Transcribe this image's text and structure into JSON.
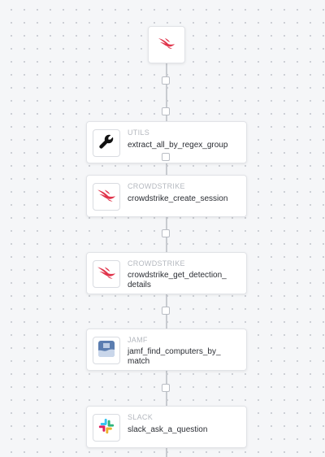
{
  "workflow": {
    "trigger": {
      "icon": "crowdstrike-falcon-icon",
      "icon_color": "#e0344b"
    },
    "steps": [
      {
        "category": "UTILS",
        "action": "extract_all_by_regex_group",
        "icon": "wrench-icon"
      },
      {
        "category": "CROWDSTRIKE",
        "action": "crowdstrike_create_session",
        "icon": "crowdstrike-falcon-icon"
      },
      {
        "category": "CROWDSTRIKE",
        "action": "crowdstrike_get_detection_\ndetails",
        "icon": "crowdstrike-falcon-icon"
      },
      {
        "category": "JAMF",
        "action": "jamf_find_computers_by_\nmatch",
        "icon": "jamf-icon",
        "icon_color": "#5b7db0"
      },
      {
        "category": "SLACK",
        "action": "slack_ask_a_question",
        "icon": "slack-icon"
      }
    ]
  },
  "colors": {
    "canvas_background": "#f5f6f8",
    "connector": "#c8cbd0",
    "crowdstrike_red": "#e0344b",
    "category_text": "#b4b8bf",
    "action_text": "#2a2d33"
  }
}
